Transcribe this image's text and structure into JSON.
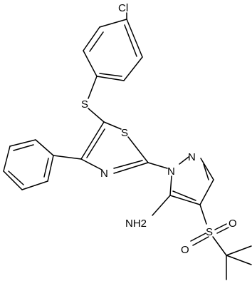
{
  "molecule": {
    "atoms": {
      "chlorine": "Cl",
      "thioether_sulfur": "S",
      "thiazole_sulfur": "S",
      "thiazole_nitrogen": "N",
      "pyrazole_n1": "N",
      "pyrazole_n2": "N",
      "amine": "NH2",
      "sulfonyl_sulfur": "S",
      "sulfonyl_oxygen_1": "O",
      "sulfonyl_oxygen_2": "O"
    }
  }
}
